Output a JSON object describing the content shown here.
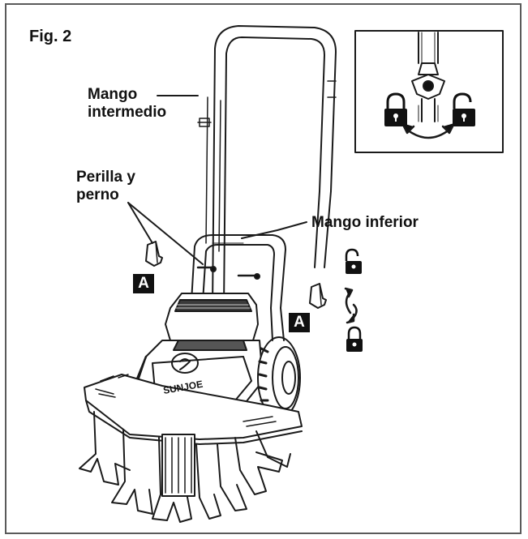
{
  "figure": {
    "title": "Fig. 2",
    "labels": {
      "mid_handle": [
        "Mango",
        "intermedio"
      ],
      "knob_bolt": [
        "Perilla y",
        "perno"
      ],
      "lower_handle": "Mango inferior",
      "part_tag": "A"
    },
    "brand_text": "SUNJOE",
    "icons": [
      "lock-closed-icon",
      "lock-open-icon",
      "rotate-arrows-icon"
    ]
  }
}
